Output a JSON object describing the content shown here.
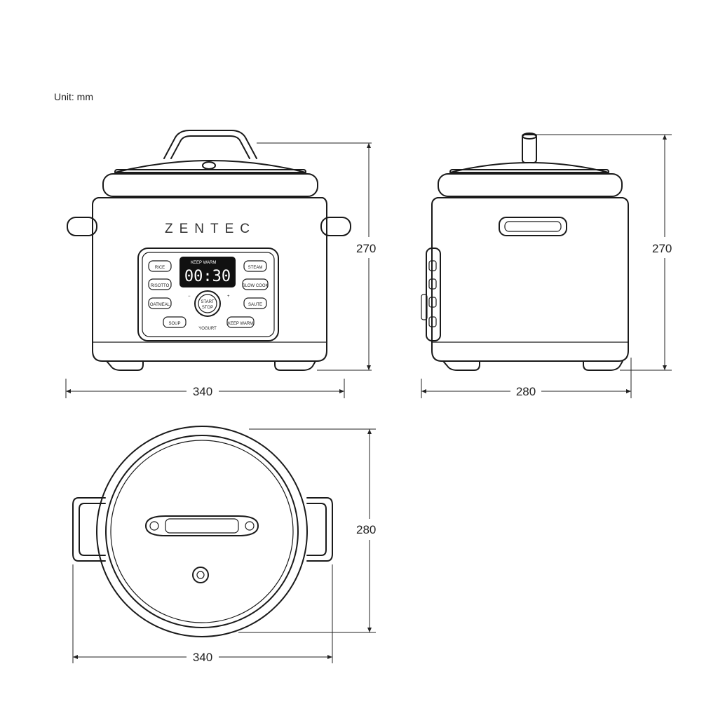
{
  "unit_label": "Unit: mm",
  "brand": "ZENTEC",
  "display": {
    "time": "00:30",
    "mode": "KEEP WARM",
    "minus": "−",
    "plus": "+"
  },
  "buttons": {
    "rice": "RICE",
    "risotto": "RISOTTO",
    "oatmeal": "OATMEAL",
    "soup": "SOUP",
    "steam": "STEAM",
    "slow_cook": "SLOW COOK",
    "saute": "SAUTE",
    "keep_warm": "KEEP WARM",
    "start_stop_top": "START",
    "start_stop_bottom": "STOP",
    "yogurt": "YOGURT"
  },
  "dimensions": {
    "front_width": "340",
    "front_height": "270",
    "side_depth": "280",
    "side_height": "270",
    "top_depth": "280",
    "top_width": "340"
  }
}
